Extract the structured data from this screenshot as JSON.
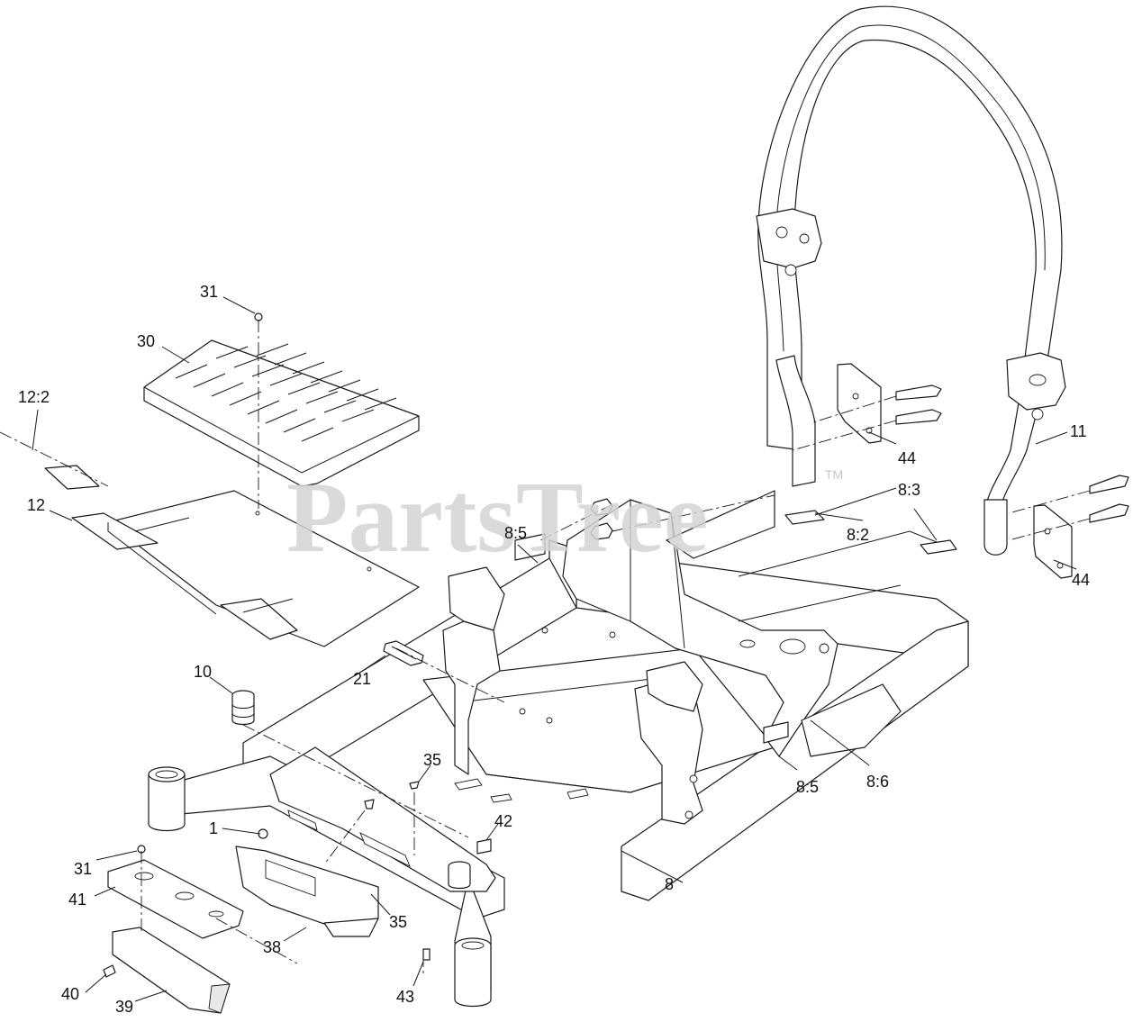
{
  "watermark": {
    "text": "PartsTree",
    "tm": "TM"
  },
  "callouts": {
    "c31_top": "31",
    "c30": "30",
    "c12_2": "12:2",
    "c12": "12",
    "c10": "10",
    "c21": "21",
    "c8_5_left": "8:5",
    "c8_3": "8:3",
    "c8_2": "8:2",
    "c44_top": "44",
    "c11": "11",
    "c44_right": "44",
    "c8_5_right": "8:5",
    "c8_6": "8:6",
    "c35_top": "35",
    "c42": "42",
    "c1": "1",
    "c31_bottom": "31",
    "c41": "41",
    "c35_bottom": "35",
    "c8": "8",
    "c38": "38",
    "c40": "40",
    "c39": "39",
    "c43": "43"
  },
  "colors": {
    "line": "#1a1a1a",
    "watermark": "#d4d4d4",
    "background": "#ffffff"
  }
}
